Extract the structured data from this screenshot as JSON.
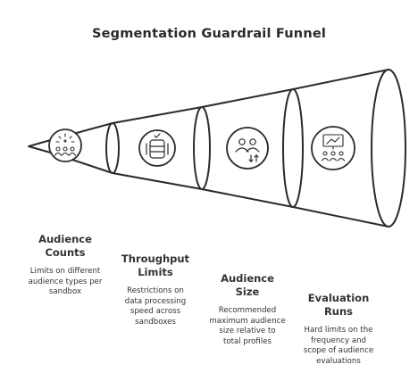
{
  "title": "Segmentation Guardrail Funnel",
  "stages": [
    {
      "title_line1": "Audience",
      "title_line2": "Counts",
      "desc_lines": [
        "Limits on different",
        "audience types per",
        "sandbox"
      ],
      "icon": "people-sparkle-icon"
    },
    {
      "title_line1": "Throughput",
      "title_line2": "Limits",
      "desc_lines": [
        "Restrictions on",
        "data processing",
        "speed across",
        "sandboxes"
      ],
      "icon": "database-check-icon"
    },
    {
      "title_line1": "Audience",
      "title_line2": "Size",
      "desc_lines": [
        "Recommended",
        "maximum audience",
        "size relative to",
        "total profiles"
      ],
      "icon": "users-sort-icon"
    },
    {
      "title_line1": "Evaluation",
      "title_line2": "Runs",
      "desc_lines": [
        "Hard limits on the",
        "frequency and",
        "scope of audience",
        "evaluations"
      ],
      "icon": "presentation-group-icon"
    }
  ],
  "colors": {
    "stroke": "#2b2b2b",
    "fill": "#ffffff",
    "text": "#333333"
  }
}
